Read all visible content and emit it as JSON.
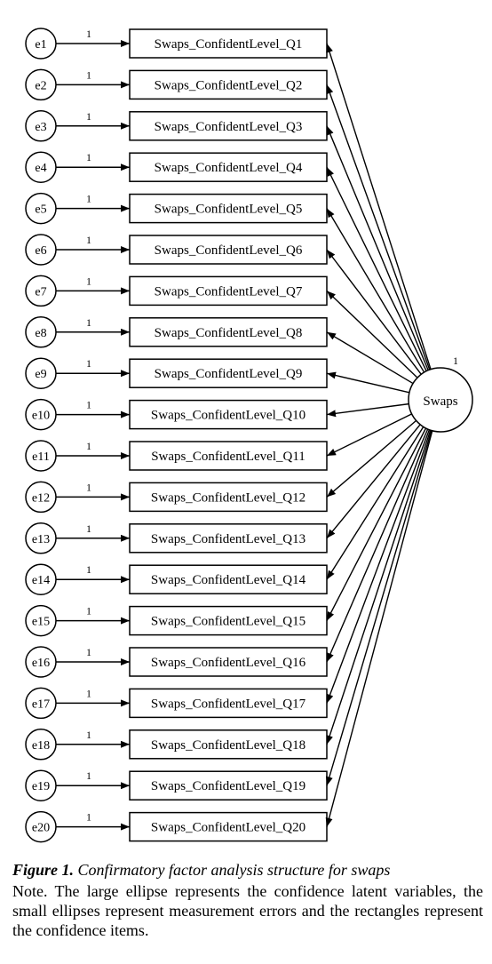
{
  "latent": {
    "label": "Swaps",
    "variance": "1"
  },
  "items": [
    {
      "error": "e1",
      "loading": "1",
      "label": "Swaps_ConfidentLevel_Q1"
    },
    {
      "error": "e2",
      "loading": "1",
      "label": "Swaps_ConfidentLevel_Q2"
    },
    {
      "error": "e3",
      "loading": "1",
      "label": "Swaps_ConfidentLevel_Q3"
    },
    {
      "error": "e4",
      "loading": "1",
      "label": "Swaps_ConfidentLevel_Q4"
    },
    {
      "error": "e5",
      "loading": "1",
      "label": "Swaps_ConfidentLevel_Q5"
    },
    {
      "error": "e6",
      "loading": "1",
      "label": "Swaps_ConfidentLevel_Q6"
    },
    {
      "error": "e7",
      "loading": "1",
      "label": "Swaps_ConfidentLevel_Q7"
    },
    {
      "error": "e8",
      "loading": "1",
      "label": "Swaps_ConfidentLevel_Q8"
    },
    {
      "error": "e9",
      "loading": "1",
      "label": "Swaps_ConfidentLevel_Q9"
    },
    {
      "error": "e10",
      "loading": "1",
      "label": "Swaps_ConfidentLevel_Q10"
    },
    {
      "error": "e11",
      "loading": "1",
      "label": "Swaps_ConfidentLevel_Q11"
    },
    {
      "error": "e12",
      "loading": "1",
      "label": "Swaps_ConfidentLevel_Q12"
    },
    {
      "error": "e13",
      "loading": "1",
      "label": "Swaps_ConfidentLevel_Q13"
    },
    {
      "error": "e14",
      "loading": "1",
      "label": "Swaps_ConfidentLevel_Q14"
    },
    {
      "error": "e15",
      "loading": "1",
      "label": "Swaps_ConfidentLevel_Q15"
    },
    {
      "error": "e16",
      "loading": "1",
      "label": "Swaps_ConfidentLevel_Q16"
    },
    {
      "error": "e17",
      "loading": "1",
      "label": "Swaps_ConfidentLevel_Q17"
    },
    {
      "error": "e18",
      "loading": "1",
      "label": "Swaps_ConfidentLevel_Q18"
    },
    {
      "error": "e19",
      "loading": "1",
      "label": "Swaps_ConfidentLevel_Q19"
    },
    {
      "error": "e20",
      "loading": "1",
      "label": "Swaps_ConfidentLevel_Q20"
    }
  ],
  "caption": {
    "figure_label": "Figure 1.",
    "figure_title": "Confirmatory factor analysis structure for swaps",
    "note": "Note. The large ellipse represents the confidence latent variables, the small ellipses represent measurement errors and the rectangles represent the confidence items."
  }
}
